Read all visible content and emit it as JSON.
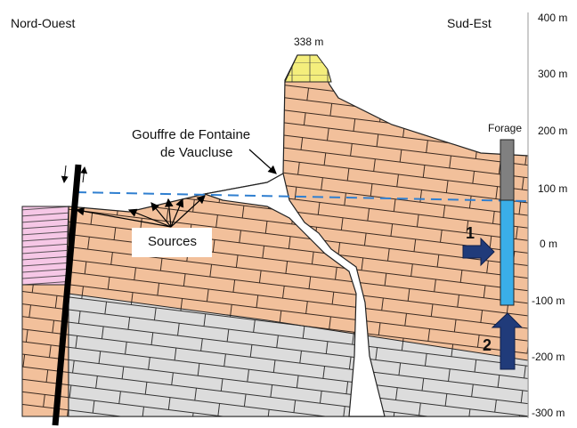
{
  "labels": {
    "northwest": "Nord-Ouest",
    "southeast": "Sud-Est",
    "summit": "338 m",
    "gouffre_line1": "Gouffre de Fontaine",
    "gouffre_line2": "de Vaucluse",
    "forage": "Forage",
    "sources": "Sources",
    "arrow1": "1",
    "arrow2": "2"
  },
  "axis": {
    "ticks": [
      "400 m",
      "300 m",
      "200 m",
      "100 m",
      "0 m",
      "-100 m",
      "-200 m",
      "-300 m"
    ]
  },
  "colors": {
    "limestone": "#f2c09b",
    "lower_limestone": "#dcdcdc",
    "marl": "#f6c7e6",
    "summit_cap": "#f4ee7c",
    "water": "#3aaee8",
    "casing": "#808080",
    "water_table": "#2f7fd0",
    "flow_arrow": "#203b7a"
  }
}
